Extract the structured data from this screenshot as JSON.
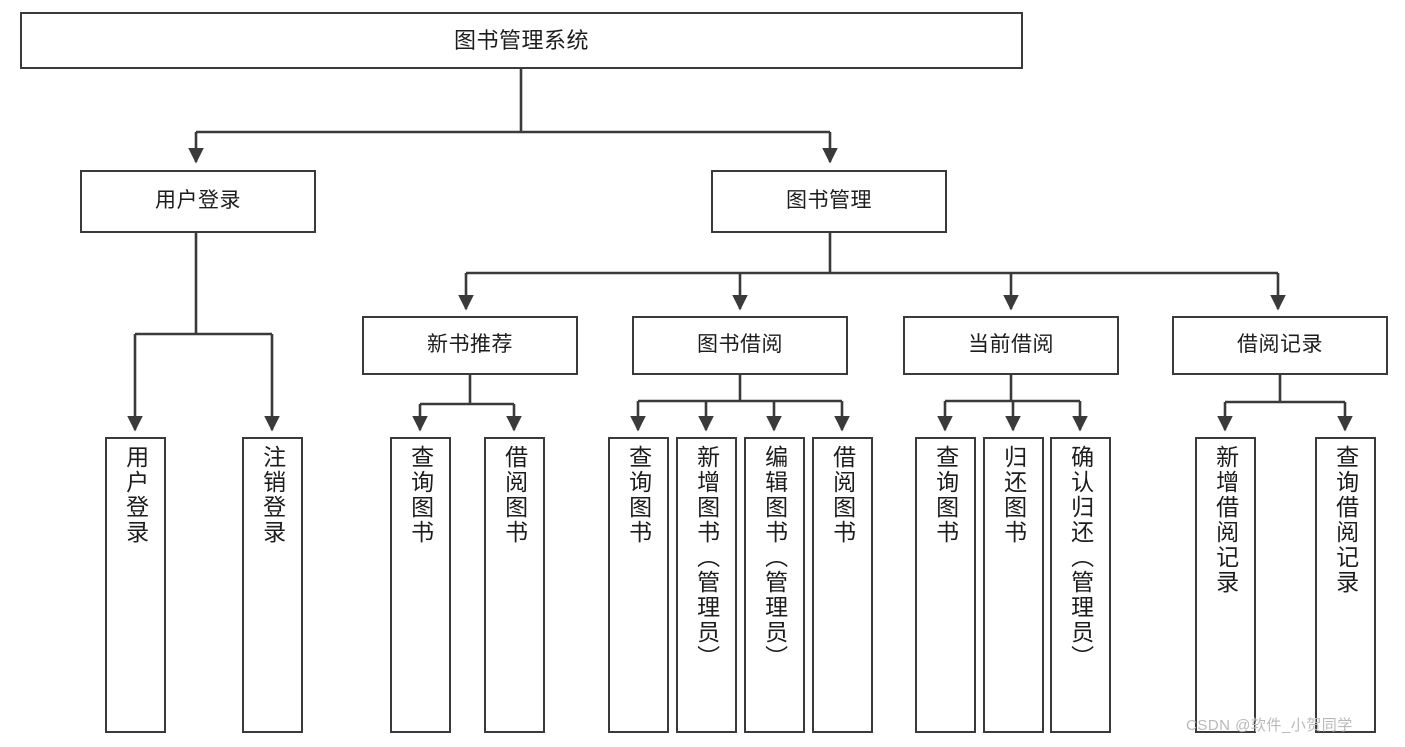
{
  "diagram": {
    "title": "图书管理系统",
    "type": "tree",
    "root": {
      "id": "root",
      "label": "图书管理系统"
    },
    "level2": [
      {
        "id": "user-login",
        "label": "用户登录"
      },
      {
        "id": "book-manage",
        "label": "图书管理"
      }
    ],
    "level3": [
      {
        "id": "new-book-recommend",
        "label": "新书推荐",
        "parent": "book-manage"
      },
      {
        "id": "book-borrow",
        "label": "图书借阅",
        "parent": "book-manage"
      },
      {
        "id": "current-borrow",
        "label": "当前借阅",
        "parent": "book-manage"
      },
      {
        "id": "borrow-record",
        "label": "借阅记录",
        "parent": "book-manage"
      }
    ],
    "leaves": [
      {
        "id": "leaf-user-login",
        "label": "用户登录",
        "parent": "user-login"
      },
      {
        "id": "leaf-user-logout",
        "label": "注销登录",
        "parent": "user-login"
      },
      {
        "id": "leaf-query-book-1",
        "label": "查询图书",
        "parent": "new-book-recommend"
      },
      {
        "id": "leaf-borrow-book-1",
        "label": "借阅图书",
        "parent": "new-book-recommend"
      },
      {
        "id": "leaf-query-book-2",
        "label": "查询图书",
        "parent": "book-borrow"
      },
      {
        "id": "leaf-add-book",
        "label": "新增图书（管理员）",
        "parent": "book-borrow"
      },
      {
        "id": "leaf-edit-book",
        "label": "编辑图书（管理员）",
        "parent": "book-borrow"
      },
      {
        "id": "leaf-borrow-book-2",
        "label": "借阅图书",
        "parent": "book-borrow"
      },
      {
        "id": "leaf-query-book-3",
        "label": "查询图书",
        "parent": "current-borrow"
      },
      {
        "id": "leaf-return-book",
        "label": "归还图书",
        "parent": "current-borrow"
      },
      {
        "id": "leaf-confirm-return",
        "label": "确认归还（管理员）",
        "parent": "current-borrow"
      },
      {
        "id": "leaf-add-record",
        "label": "新增借阅记录",
        "parent": "borrow-record"
      },
      {
        "id": "leaf-query-record",
        "label": "查询借阅记录",
        "parent": "borrow-record"
      }
    ],
    "colors": {
      "box_border": "#3a3a3a",
      "box_fill": "#ffffff",
      "connector": "#3a3a3a",
      "text": "#1d1d1d",
      "watermark": "#b9b9b9",
      "background": "#ffffff"
    }
  },
  "watermark": {
    "text": "CSDN @软件_小贺同学"
  }
}
